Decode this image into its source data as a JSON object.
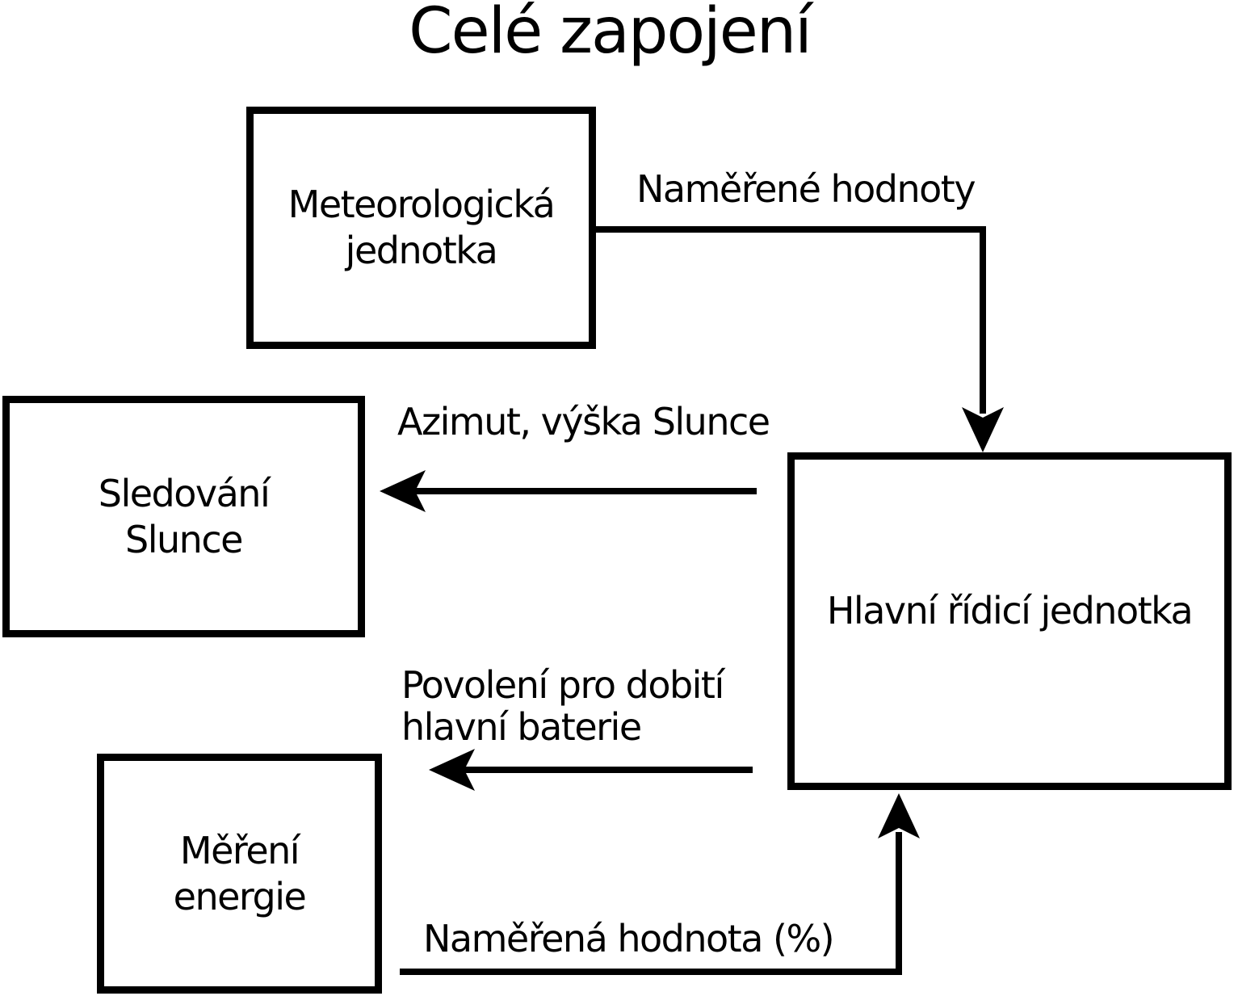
{
  "title": "Celé zapojení",
  "colors": {
    "stroke": "#000000",
    "background": "#ffffff",
    "text": "#000000"
  },
  "nodes": {
    "meteo": {
      "line1": "Meteorologická",
      "line2": "jednotka"
    },
    "sun": {
      "line1": "Sledování",
      "line2": "Slunce"
    },
    "energy": {
      "line1": "Měření",
      "line2": "energie"
    },
    "main": {
      "label": "Hlavní řídicí jednotka"
    }
  },
  "edges": {
    "meteo_to_main": {
      "from": "meteo",
      "to": "main",
      "label": "Naměřené hodnoty"
    },
    "main_to_sun": {
      "from": "main",
      "to": "sun",
      "label": "Azimut, výška Slunce"
    },
    "main_to_energy": {
      "from": "main",
      "to": "energy",
      "label_line1": "Povolení pro dobití",
      "label_line2": "hlavní baterie"
    },
    "energy_to_main": {
      "from": "energy",
      "to": "main",
      "label": "Naměřená hodnota (%)"
    }
  }
}
